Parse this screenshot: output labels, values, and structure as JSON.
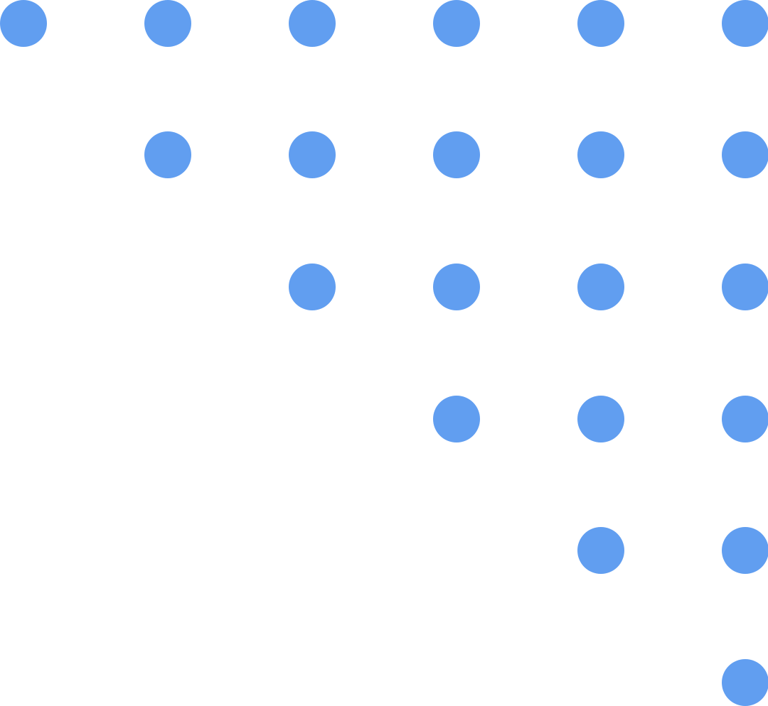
{
  "pattern": {
    "name": "staircase-dot-grid",
    "columns": 6,
    "rows": 6,
    "dot_color": "#619ef0",
    "background_color": "#ffffff",
    "dots_per_row": [
      6,
      5,
      4,
      3,
      2,
      1
    ],
    "alignment": "right"
  }
}
